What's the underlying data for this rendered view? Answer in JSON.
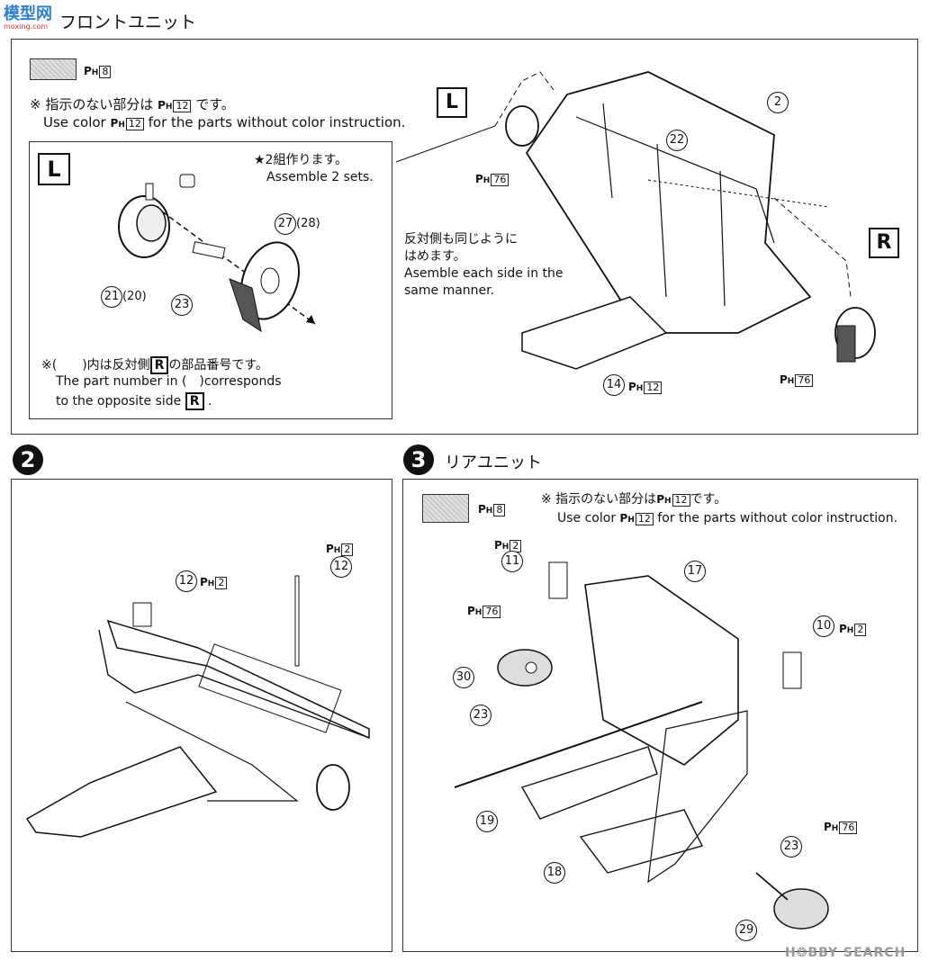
{
  "logo": {
    "text": "模型网",
    "sub": "moxing.com"
  },
  "front": {
    "title": "フロントユニット",
    "color_code": "8",
    "note_jp": "※ 指示のない部分は",
    "note_jp_code": "12",
    "note_jp_end": "です。",
    "note_en_pre": "Use color",
    "note_en_code": "12",
    "note_en_post": "for the parts without color instruction.",
    "inset_letter": "L",
    "assemble_jp": "★2組作ります。",
    "assemble_en": "Assemble 2 sets.",
    "paren_note_jp_pre": "※(　　)内は反対側",
    "paren_note_jp_post": "の部品番号です。",
    "paren_en_1": "The part number in (　)corresponds",
    "paren_en_2": "to the opposite side",
    "paren_letter": "R",
    "same_jp_1": "反対側も同じように",
    "same_jp_2": "はめます。",
    "same_en_1": "Asemble each side in the",
    "same_en_2": "same manner.",
    "label_L": "L",
    "label_R": "R",
    "color_76a": "76",
    "color_76b": "76",
    "color_14": "12",
    "parts": {
      "p21": "21",
      "p20": "(20)",
      "p23": "23",
      "p27": "27",
      "p28": "(28)",
      "p2": "2",
      "p22": "22",
      "p14": "14"
    }
  },
  "step2": {
    "number": "2",
    "ph_a": "2",
    "ph_b": "2",
    "p12a": "12",
    "p12b": "12"
  },
  "step3": {
    "number": "3",
    "title": "リアユニット",
    "color_code": "8",
    "note_jp": "※ 指示のない部分は",
    "note_jp_code": "12",
    "note_jp_end": "です。",
    "note_en_pre": "Use color",
    "note_en_code": "12",
    "note_en_post": "for the parts without color instruction.",
    "ph_11": "2",
    "ph_76a": "76",
    "ph_10": "2",
    "ph_76b": "76",
    "parts": {
      "p11": "11",
      "p17": "17",
      "p10": "10",
      "p30": "30",
      "p23a": "23",
      "p19": "19",
      "p18": "18",
      "p23b": "23",
      "p29": "29"
    }
  },
  "watermark": "H❂BBY SEARCH"
}
